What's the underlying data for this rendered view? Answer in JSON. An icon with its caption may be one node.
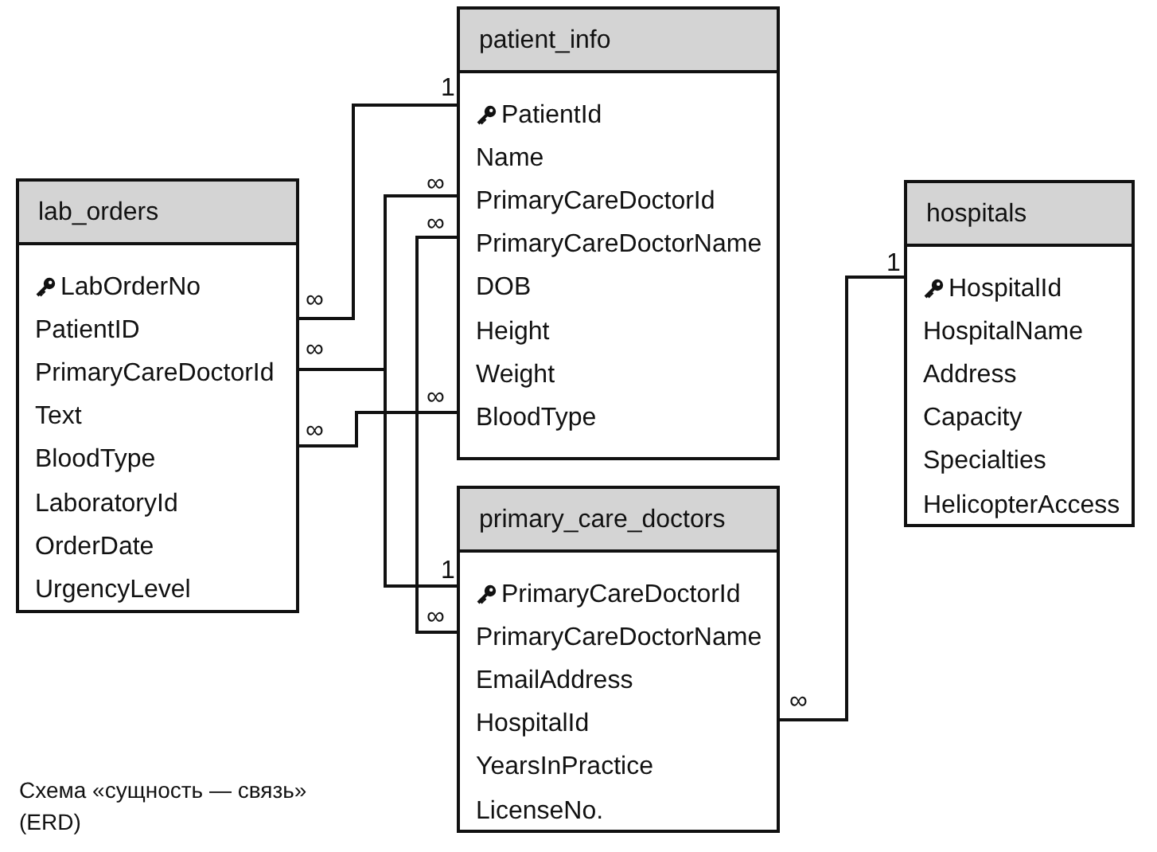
{
  "diagram": {
    "caption": "Схема «сущность — связь» (ERD)",
    "nodes": [
      {
        "text": [
          "patient_info",
          "PatientId",
          "Name",
          "PrimaryCareDoctorId",
          "PrimaryCareDoctorName",
          "DOB",
          "Height",
          "Weight",
          "BloodType"
        ]
      },
      {
        "text": [
          "lab_orders",
          "LabOrderNo",
          "PatientID",
          "PrimaryCareDoctorId",
          "Text",
          "BloodType",
          "LaboratoryId",
          "OrderDate",
          "UrgencyLevel"
        ]
      },
      {
        "text": [
          "hospitals",
          "HospitalId",
          "HospitalName",
          "Address",
          "Capacity",
          "Specialties",
          "HelicopterAccess"
        ]
      },
      {
        "text": [
          "primary_care_doctors",
          "PrimaryCareDoctorId",
          "PrimaryCareDoctorName",
          "EmailAddress",
          "HospitalId",
          "YearsInPractice",
          "LicenseNo."
        ]
      }
    ],
    "edges": [
      {
        "from": 1,
        "to": 0,
        "arrow": "none"
      },
      {
        "from": 1,
        "to": 3,
        "arrow": "none"
      },
      {
        "from": 0,
        "to": 3,
        "arrow": "none"
      },
      {
        "from": 1,
        "to": 0,
        "arrow": "none"
      },
      {
        "from": 0,
        "to": 3,
        "arrow": "none"
      },
      {
        "from": 3,
        "to": 2,
        "arrow": "none"
      }
    ],
    "labels": [
      "1",
      "∞",
      "∞",
      "1",
      "∞",
      "∞",
      "∞",
      "∞",
      "1",
      "∞",
      "∞"
    ]
  }
}
